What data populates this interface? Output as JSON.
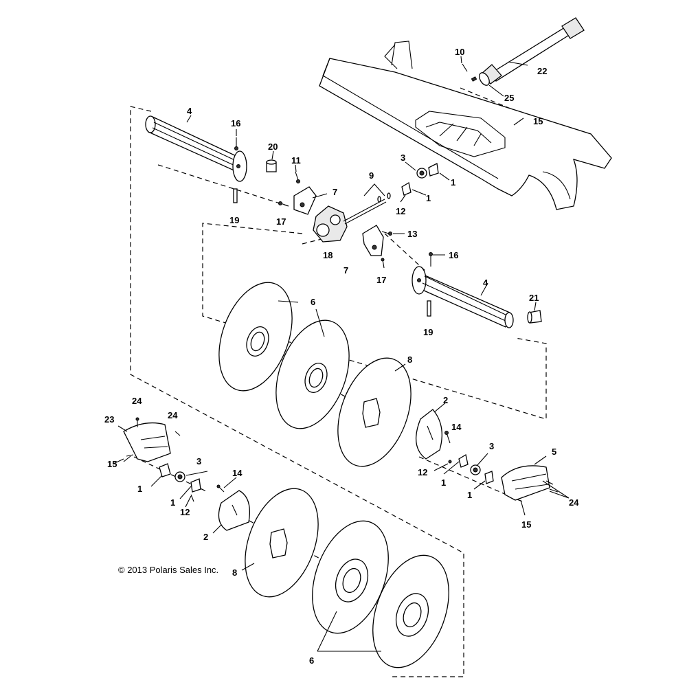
{
  "copyright": "© 2013 Polaris Sales Inc.",
  "callouts": {
    "c1a": "1",
    "c1b": "1",
    "c1c": "1",
    "c1d": "1",
    "c1e": "1",
    "c1f": "1",
    "c2a": "2",
    "c2b": "2",
    "c3a": "3",
    "c3b": "3",
    "c3c": "3",
    "c4a": "4",
    "c4b": "4",
    "c5": "5",
    "c6a": "6",
    "c6b": "6",
    "c7a": "7",
    "c7b": "7",
    "c8a": "8",
    "c8b": "8",
    "c9": "9",
    "c10": "10",
    "c11": "11",
    "c12a": "12",
    "c12b": "12",
    "c12c": "12",
    "c13": "13",
    "c14a": "14",
    "c14b": "14",
    "c15a": "15",
    "c15b": "15",
    "c15c": "15",
    "c16a": "16",
    "c16b": "16",
    "c17a": "17",
    "c17b": "17",
    "c18": "18",
    "c19a": "19",
    "c19b": "19",
    "c20": "20",
    "c21": "21",
    "c22": "22",
    "c23": "23",
    "c24a": "24",
    "c24b": "24",
    "c24c": "24",
    "c25": "25"
  }
}
